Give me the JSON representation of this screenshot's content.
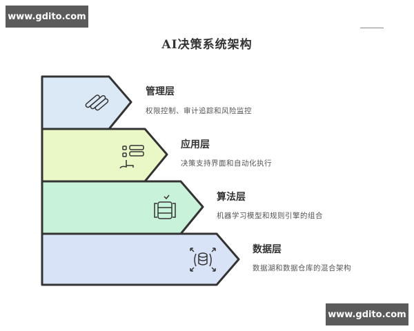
{
  "watermarks": {
    "top": "www.gdito.com",
    "bottom": "www.gdito.com"
  },
  "title": "AI决策系统架构",
  "layers": [
    {
      "name": "管理层",
      "description": "权限控制、审计追踪和风险监控",
      "icon": "paperclip-icon",
      "color": "#dbe9f7"
    },
    {
      "name": "应用层",
      "description": "决策支持界面和自动化执行",
      "icon": "touch-interface-icon",
      "color": "#eaf7c6"
    },
    {
      "name": "算法层",
      "description": "机器学习模型和规则引擎的组合",
      "icon": "database-check-icon",
      "color": "#c9f2da"
    },
    {
      "name": "数据层",
      "description": "数据湖和数据仓库的混合架构",
      "icon": "database-expand-icon",
      "color": "#d9e3f7"
    }
  ],
  "stroke_color": "#333333"
}
